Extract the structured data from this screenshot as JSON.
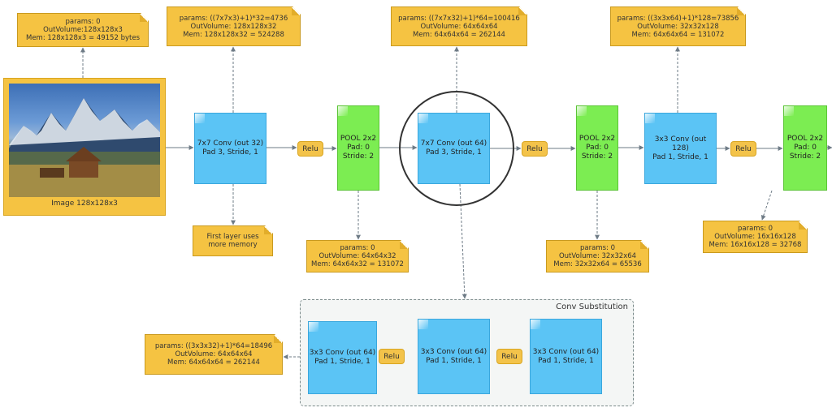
{
  "image": {
    "caption": "Image 128x128x3",
    "note": [
      "params: 0",
      "OutVolume:128x128x3",
      "Mem: 128x128x3 = 49152 bytes"
    ]
  },
  "layers": [
    {
      "id": "conv1",
      "type": "conv",
      "lines": [
        "7x7 Conv (out 32)",
        "Pad 3, Stride, 1"
      ]
    },
    {
      "id": "relu1",
      "type": "relu",
      "label": "Relu"
    },
    {
      "id": "pool1",
      "type": "pool",
      "lines": [
        "POOL 2x2",
        "Pad: 0",
        "Stride: 2"
      ]
    },
    {
      "id": "conv2",
      "type": "conv",
      "lines": [
        "7x7 Conv (out 64)",
        "Pad 3, Stride, 1"
      ]
    },
    {
      "id": "relu2",
      "type": "relu",
      "label": "Relu"
    },
    {
      "id": "pool2",
      "type": "pool",
      "lines": [
        "POOL 2x2",
        "Pad: 0",
        "Stride: 2"
      ]
    },
    {
      "id": "conv3",
      "type": "conv",
      "lines": [
        "3x3 Conv (out 128)",
        "Pad 1, Stride, 1"
      ]
    },
    {
      "id": "relu3",
      "type": "relu",
      "label": "Relu"
    },
    {
      "id": "pool3",
      "type": "pool",
      "lines": [
        "POOL 2x2",
        "Pad: 0",
        "Stride: 2"
      ]
    }
  ],
  "notes": {
    "conv1": [
      "params: ((7x7x3)+1)*32=4736",
      "OutVolume: 128x128x32",
      "Mem: 128x128x32 = 524288"
    ],
    "conv1_first": [
      "First layer uses",
      "more memory"
    ],
    "pool1": [
      "params: 0",
      "OutVolume: 64x64x32",
      "Mem: 64x64x32 = 131072"
    ],
    "conv2": [
      "params: ((7x7x32)+1)*64=100416",
      "OutVolume: 64x64x64",
      "Mem: 64x64x64 = 262144"
    ],
    "pool2": [
      "params: 0",
      "OutVolume: 32x32x64",
      "Mem: 32x32x64 = 65536"
    ],
    "conv3": [
      "params: ((3x3x64)+1)*128=73856",
      "OutVolume: 32x32x128",
      "Mem: 64x64x64 = 131072"
    ],
    "pool3": [
      "params: 0",
      "OutVolume: 16x16x128",
      "Mem: 16x16x128 = 32768"
    ]
  },
  "substitution": {
    "title": "Conv Substitution",
    "note": [
      "params: ((3x3x32)+1)*64=18496",
      "OutVolume: 64x64x64",
      "Mem: 64x64x64 = 262144"
    ],
    "layers": [
      {
        "id": "sub_conv1",
        "type": "conv",
        "lines": [
          "3x3 Conv (out 64)",
          "Pad 1, Stride, 1"
        ]
      },
      {
        "id": "sub_relu1",
        "type": "relu",
        "label": "Relu"
      },
      {
        "id": "sub_conv2",
        "type": "conv",
        "lines": [
          "3x3 Conv (out 64)",
          "Pad 1, Stride, 1"
        ]
      },
      {
        "id": "sub_relu2",
        "type": "relu",
        "label": "Relu"
      },
      {
        "id": "sub_conv3",
        "type": "conv",
        "lines": [
          "3x3 Conv (out 64)",
          "Pad 1, Stride, 1"
        ]
      }
    ]
  },
  "colors": {
    "conv": "#5bc4f5",
    "pool": "#7ced52",
    "relu": "#f3c34a",
    "note": "#f5c342",
    "connector": "#6e7b86"
  }
}
